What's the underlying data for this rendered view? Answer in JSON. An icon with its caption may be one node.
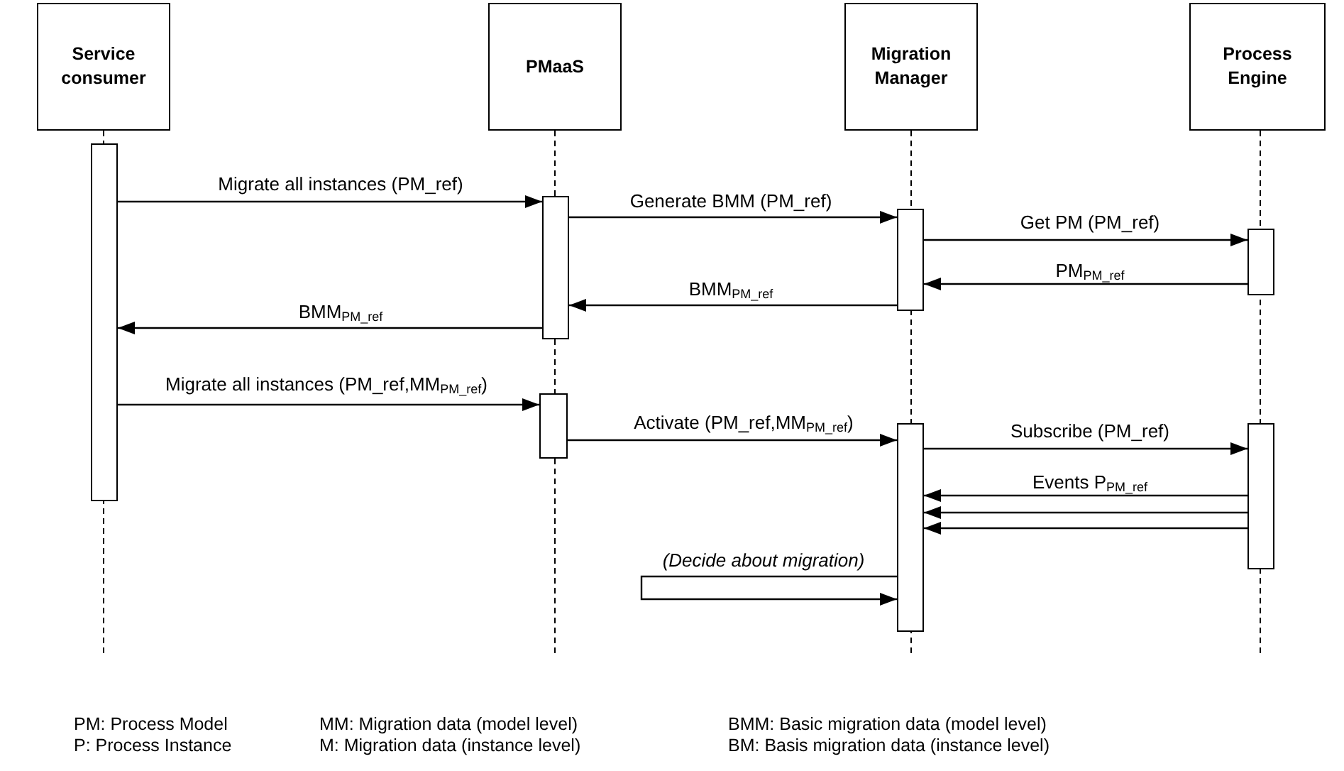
{
  "diagram": {
    "nodes": [
      {
        "text": [
          "Service consumer"
        ]
      },
      {
        "text": [
          "PMaaS"
        ]
      },
      {
        "text": [
          "Migration Manager"
        ]
      },
      {
        "text": [
          "Process Engine"
        ]
      },
      {
        "text": [],
        "shape": "bar"
      },
      {
        "text": [],
        "shape": "bar"
      },
      {
        "text": [],
        "shape": "bar"
      },
      {
        "text": [],
        "shape": "bar"
      },
      {
        "text": [],
        "shape": "bar"
      },
      {
        "text": [],
        "shape": "bar"
      },
      {
        "text": [],
        "shape": "bar"
      }
    ],
    "edges": [
      {
        "from": 4,
        "to": 5,
        "arrow": "to",
        "label": "Migrate all instances (PM_ref)"
      },
      {
        "from": 5,
        "to": 6,
        "arrow": "to",
        "label": "Generate BMM (PM_ref)"
      },
      {
        "from": 6,
        "to": 7,
        "arrow": "to",
        "label": "Get PM (PM_ref)"
      },
      {
        "from": 7,
        "to": 6,
        "arrow": "to",
        "label": "PM$_{PM_ref}$"
      },
      {
        "from": 6,
        "to": 5,
        "arrow": "to",
        "label": "BMM$_{PM_ref}$"
      },
      {
        "from": 5,
        "to": 4,
        "arrow": "to",
        "label": "BMM$_{PM_ref}$"
      },
      {
        "from": 4,
        "to": 8,
        "arrow": "to",
        "label": "Migrate all instances (PM_ref,MM$_{PM_ref}$)"
      },
      {
        "from": 8,
        "to": 9,
        "arrow": "to",
        "label": "Activate (PM_ref,MM$_{PM_ref}$)"
      },
      {
        "from": 9,
        "to": 10,
        "arrow": "to",
        "label": "Subscribe (PM_ref)"
      },
      {
        "from": 10,
        "to": 9,
        "arrow": "to",
        "label": "Events P$_{PM_ref}$"
      },
      {
        "from": 10,
        "to": 9,
        "arrow": "to"
      },
      {
        "from": 10,
        "to": 9,
        "arrow": "to"
      },
      {
        "from": 9,
        "to": 9,
        "arrow": "to",
        "label": "(Decide about migration)"
      }
    ],
    "labels": [
      "PM: Process Model",
      "MM: Migration data (model level)",
      "BMM: Basic migration data (model level)",
      "P: Process Instance",
      "M: Migration data (instance level)",
      "BM: Basis migration data (instance level)"
    ]
  }
}
